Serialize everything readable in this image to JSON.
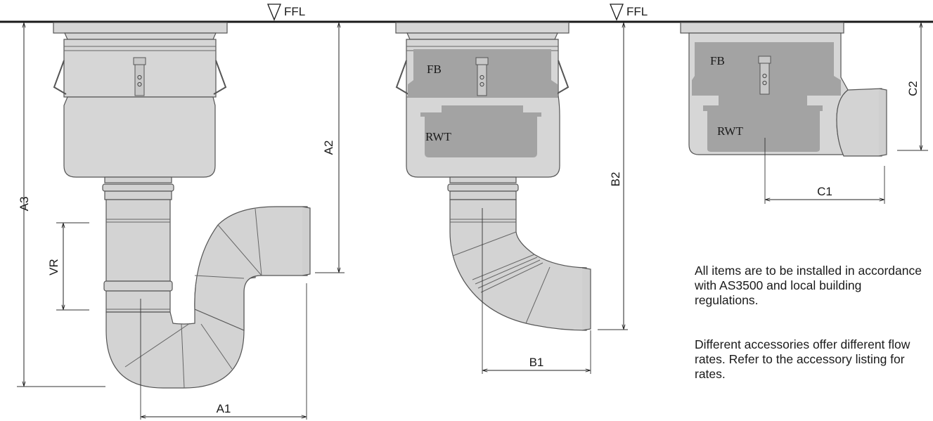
{
  "floor_level": {
    "symbol": "▽",
    "label": "FFL"
  },
  "drawings": {
    "s_trap": {
      "dimensions": {
        "a1": "A1",
        "a2": "A2",
        "a3": "A3",
        "vr": "VR"
      }
    },
    "p_bend": {
      "parts": {
        "fb": "FB",
        "rwt": "RWT"
      },
      "dimensions": {
        "b1": "B1",
        "b2": "B2"
      }
    },
    "side_outlet": {
      "parts": {
        "fb": "FB",
        "rwt": "RWT"
      },
      "dimensions": {
        "c1": "C1",
        "c2": "C2"
      }
    }
  },
  "notes": [
    "All items are to be installed in accordance with AS3500 and local building regulations.",
    "Different accessories offer different flow rates. Refer to the accessory listing for rates."
  ]
}
